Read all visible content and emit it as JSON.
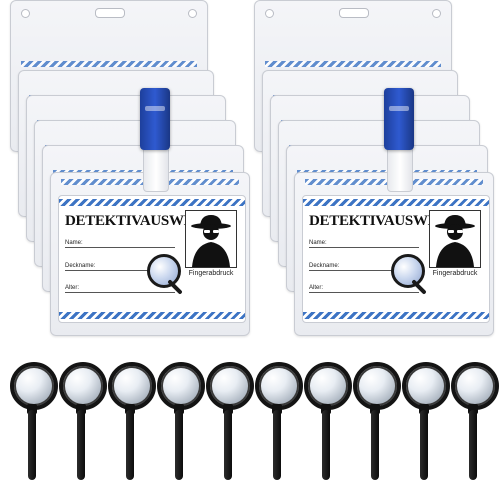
{
  "badges": [
    {
      "title": "DETEKTIVAUSWEIS",
      "fields": [
        "Name:",
        "Deckname:",
        "Alter:"
      ],
      "photo_caption": "Fingerabdruck",
      "clip_color": "#2a50c2"
    },
    {
      "title": "DETEKTIVAUSWEIS",
      "fields": [
        "Name:",
        "Deckname:",
        "Alter:"
      ],
      "photo_caption": "Fingerabdruck",
      "clip_color": "#2a50c2"
    }
  ],
  "colors": {
    "stripe_blue": "#3d74c4",
    "handle_black": "#141414",
    "sleeve": "#eceef2"
  },
  "icons": {
    "detective": "detective-silhouette-icon",
    "magnifier": "magnifying-glass-icon"
  },
  "magnifying_glass_count": 10,
  "sleeve_count_per_stack": 6
}
